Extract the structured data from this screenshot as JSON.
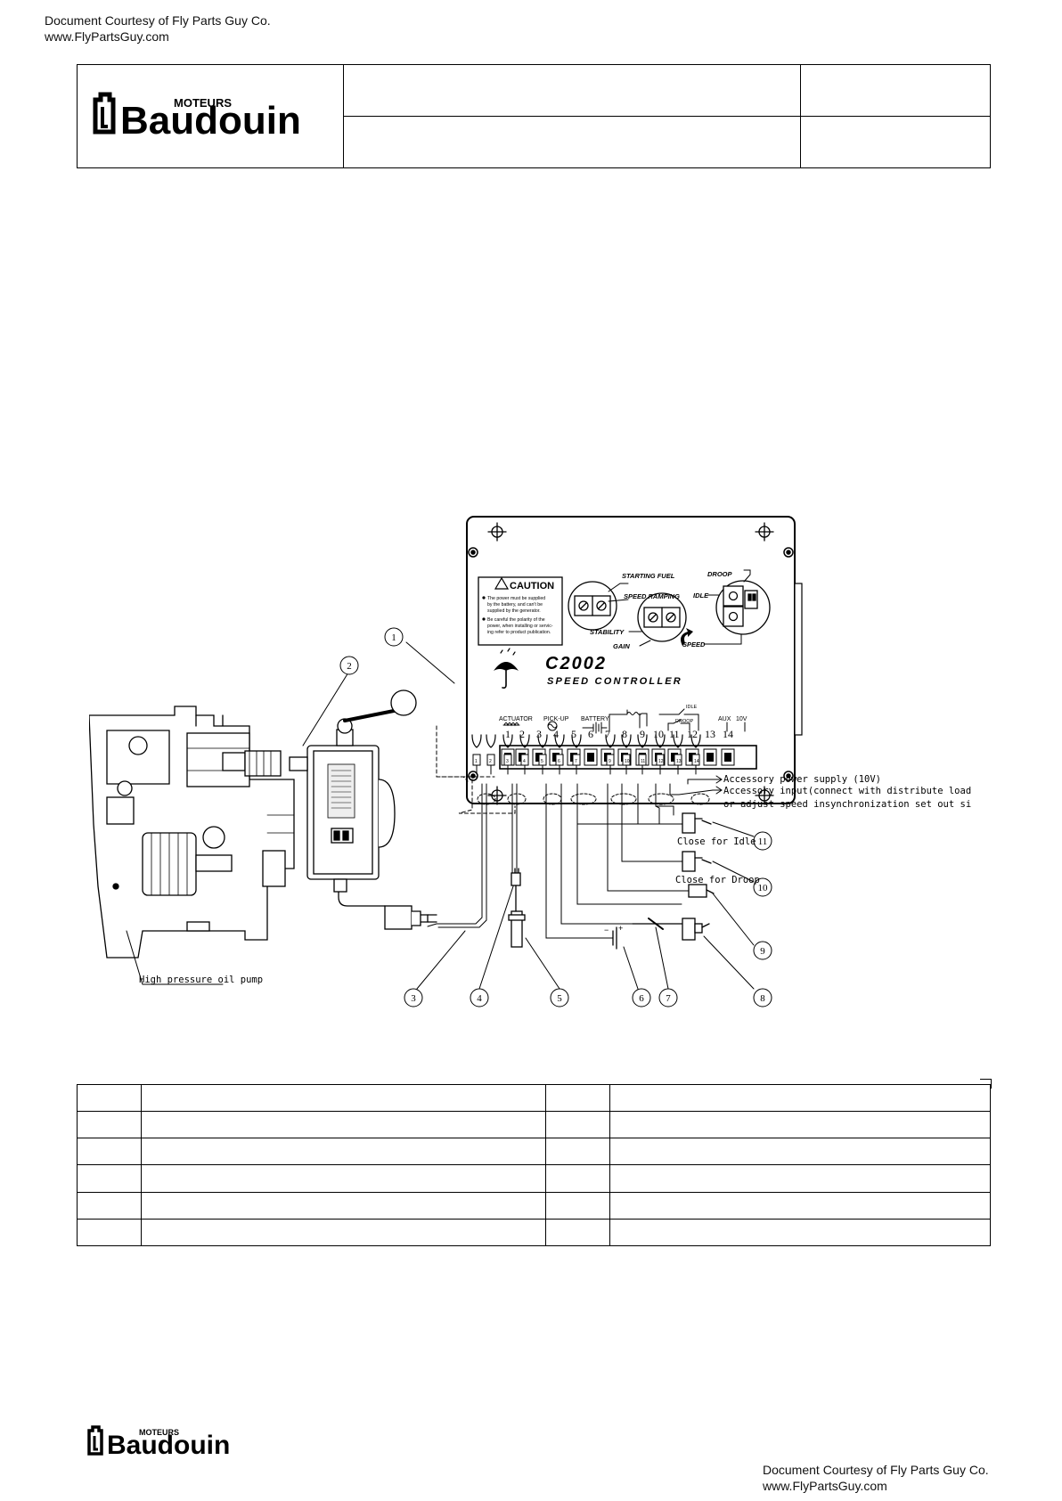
{
  "courtesy": {
    "line1": "Document Courtesy of Fly Parts Guy Co.",
    "line2": "www.FlyPartsGuy.com"
  },
  "logo": {
    "moteurs": "MOTEURS",
    "brand": "Baudouin"
  },
  "controller": {
    "model": "C2002",
    "subtitle": "SPEED CONTROLLER",
    "caution_title": "CAUTION",
    "caution_lines": [
      "The power must be supplied",
      "by the battery, and can't be",
      "supplied by the generator.",
      "Be careful the polarity of the",
      "power, when installing or servic-",
      "ing refer to product publication."
    ],
    "pot_labels": {
      "starting_fuel": "STARTING FUEL",
      "speed_ramping": "SPEED RAMPING",
      "stability": "STABILITY",
      "gain": "GAIN",
      "droop": "DROOP",
      "idle": "IDLE",
      "speed": "SPEED"
    },
    "group_labels": {
      "actuator": "ACTUATOR",
      "pickup": "PICK-UP",
      "battery": "BATTERY",
      "idle": "IDLE",
      "droop": "DROOP",
      "aux": "AUX",
      "v10": "10V"
    },
    "terminals": [
      "1",
      "2",
      "3",
      "4",
      "5",
      "6",
      "7",
      "8",
      "9",
      "10",
      "11",
      "12",
      "13",
      "14"
    ]
  },
  "diagram": {
    "callouts": [
      "1",
      "2",
      "3",
      "4",
      "5",
      "6",
      "7",
      "8",
      "9",
      "10",
      "11"
    ],
    "labels": {
      "pump": "High pressure oil pump",
      "acc_power": "Accessory power supply (10V)",
      "acc_input_1": "Accessory input(connect with distribute load set",
      "acc_input_2": "or adjust speed insynchronization set out side)",
      "close_idle": "Close for Idle",
      "close_droop": "Close for Droop"
    }
  }
}
